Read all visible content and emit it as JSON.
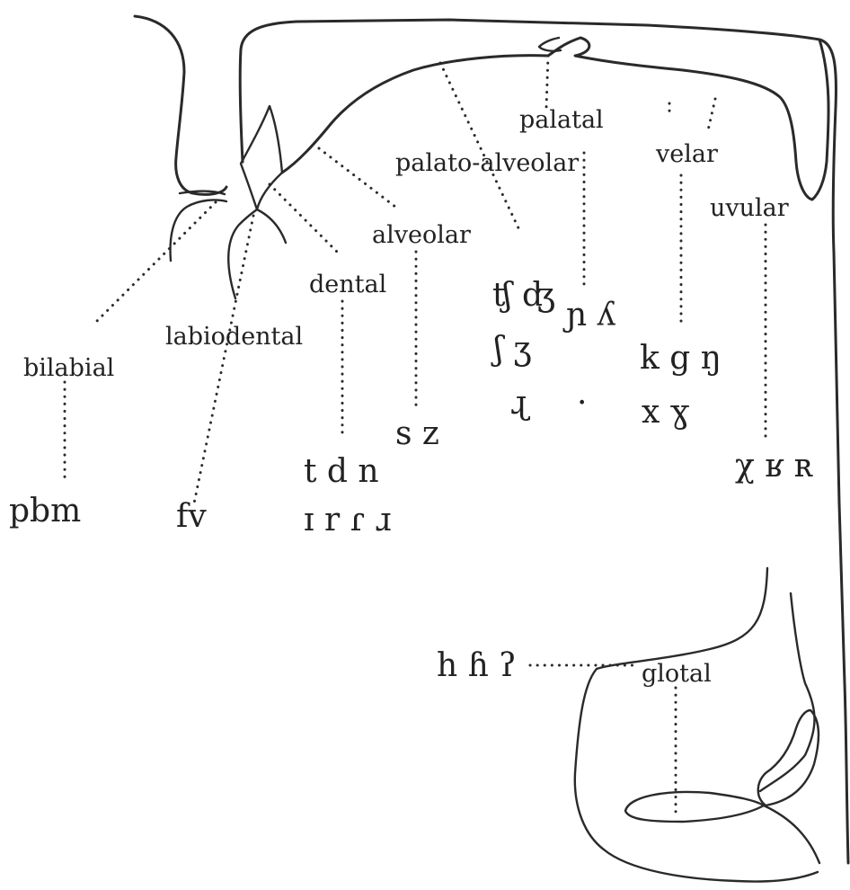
{
  "labels": {
    "bilabial": "bilabial",
    "labiodental": "labiodental",
    "dental": "dental",
    "alveolar": "alveolar",
    "palato_alveolar": "palato-alveolar",
    "palatal": "palatal",
    "velar": "velar",
    "uvular": "uvular",
    "glottal": "glotal"
  },
  "symbols": {
    "bilabial": "pbm",
    "labiodental": "fv",
    "dental_row1": "t d n",
    "dental_row2": "ɪ r ɾ ɹ",
    "alveolar": "s z",
    "palato_alveolar_row1": "ʧ ʤ",
    "palato_alveolar_row2": "ʃ ʒ",
    "palato_alveolar_row3": "ɻ",
    "palatal": "ɲ ʎ",
    "palatal_dot": "·",
    "velar_row1": "k g ŋ",
    "velar_row2": "x ɣ",
    "uvular": "χ ʁ ʀ",
    "glottal": "h ɦ ʔ"
  }
}
